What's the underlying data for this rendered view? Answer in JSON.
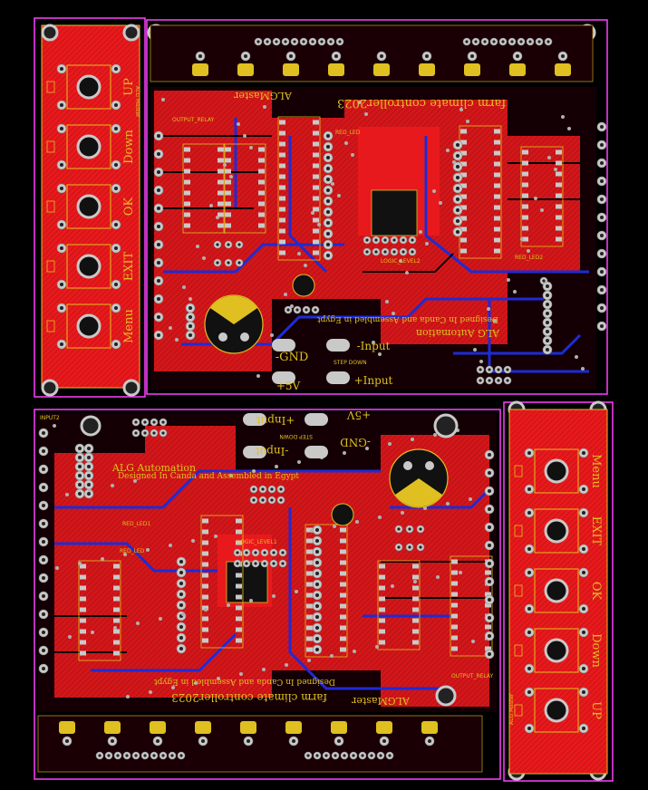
{
  "colors": {
    "background": "#000000",
    "copper_top": "#e8191c",
    "copper_bottom": "#1e2bd6",
    "silkscreen": "#e0c020",
    "pad": "#c9c9c9",
    "outline": "#ff40ff",
    "via": "#b0b0b0"
  },
  "top_board": {
    "project_title": "farm climate controller2023",
    "brand": "ALG Automation",
    "tagline": "Designed In Canda and Assembled in Egypt",
    "author": "ALGMaster",
    "power_labels": {
      "gnd": "-GND",
      "plus5": "+5V",
      "input_minus": "-Input",
      "input_plus": "+Input"
    },
    "module_label": "STEP DOWN",
    "logic_label": "LOGIC_LEVEL2",
    "led_labels": [
      "RED_LED",
      "RED_LED2"
    ],
    "connector_label": "OUTPUT_RELAY"
  },
  "bottom_board": {
    "project_title": "farm climate controller2023",
    "brand": "ALG Automation",
    "tagline": "Designed In Canda and Assembled in Egypt",
    "author": "ALGMaster",
    "power_labels": {
      "gnd": "-GND",
      "plus5": "+5V",
      "input_minus": "-Input",
      "input_plus": "+Input"
    },
    "module_label": "STEP DOWN",
    "logic_label": "LOGIC_LEVEL1",
    "led_labels": [
      "RED_LED1",
      "RED_LED"
    ],
    "input_label": "INPUT2",
    "connector_label": "OUTPUT_RELAY"
  },
  "button_panel_left": {
    "buttons": [
      "UP",
      "Down",
      "OK",
      "EXIT",
      "Menu"
    ],
    "author": "ALG Master"
  },
  "button_panel_right": {
    "buttons": [
      "Menu",
      "EXIT",
      "OK",
      "Down",
      "UP"
    ],
    "author": "ALG Master"
  }
}
